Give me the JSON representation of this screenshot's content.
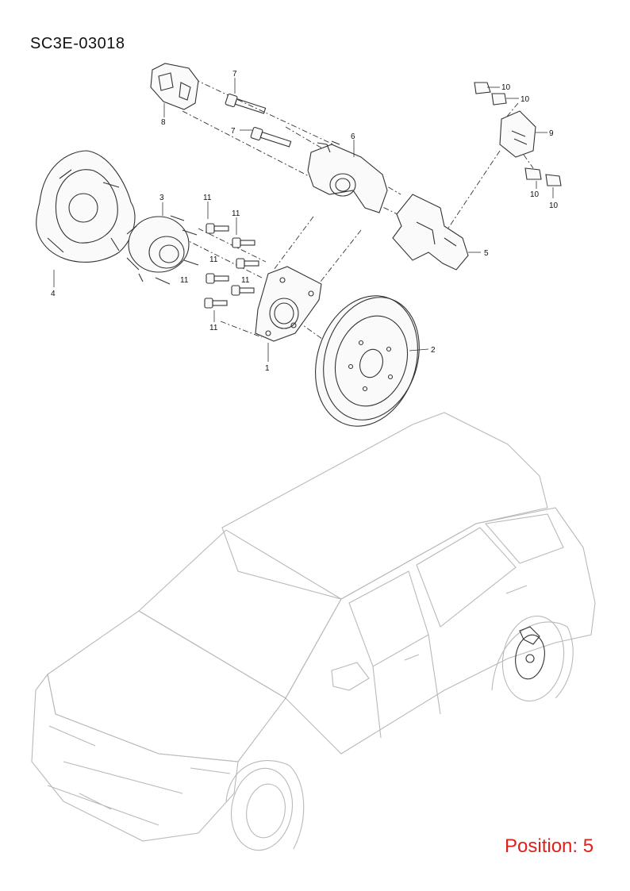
{
  "document": {
    "code": "SC3E-03018",
    "position_label": "Position: 5"
  },
  "callouts": {
    "c1": "1",
    "c2": "2",
    "c3": "3",
    "c4": "4",
    "c5": "5",
    "c6": "6",
    "c7a": "7",
    "c7b": "7",
    "c8": "8",
    "c9": "9",
    "c10a": "10",
    "c10b": "10",
    "c10c": "10",
    "c10d": "10",
    "c11a": "11",
    "c11b": "11",
    "c11c": "11",
    "c11d": "11",
    "c11e": "11",
    "c11f": "11"
  },
  "colors": {
    "position_text": "#e0201a",
    "linework": "#333333",
    "vehicle_outline": "#b9b9b9"
  }
}
